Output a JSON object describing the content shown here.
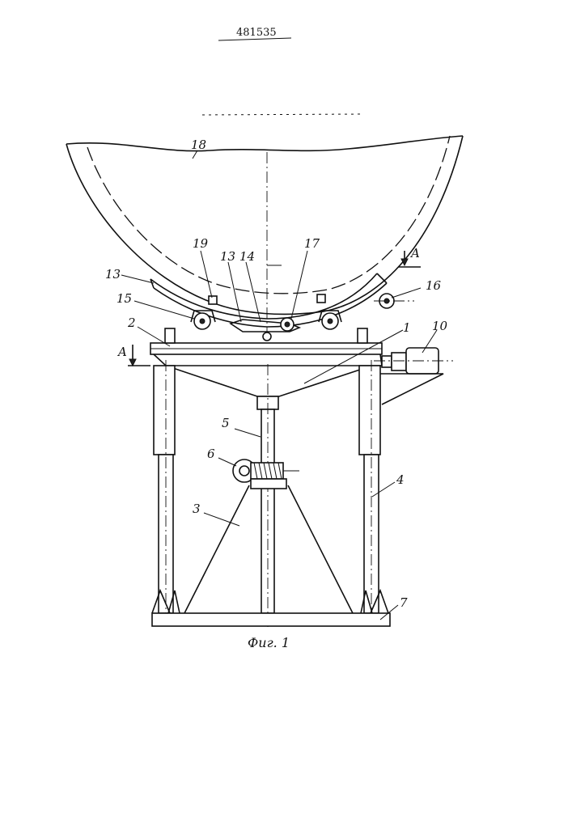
{
  "patent_number": "481535",
  "caption": "Фиг. 1",
  "section_marks": {
    "left": "A",
    "right": "A"
  },
  "labels": {
    "l1": "1",
    "l2": "2",
    "l3": "3",
    "l4": "4",
    "l5": "5",
    "l6": "6",
    "l7": "7",
    "l10": "10",
    "l13a": "13",
    "l13b": "13",
    "l14": "14",
    "l15": "15",
    "l16": "16",
    "l17": "17",
    "l18": "18",
    "l19": "19"
  }
}
